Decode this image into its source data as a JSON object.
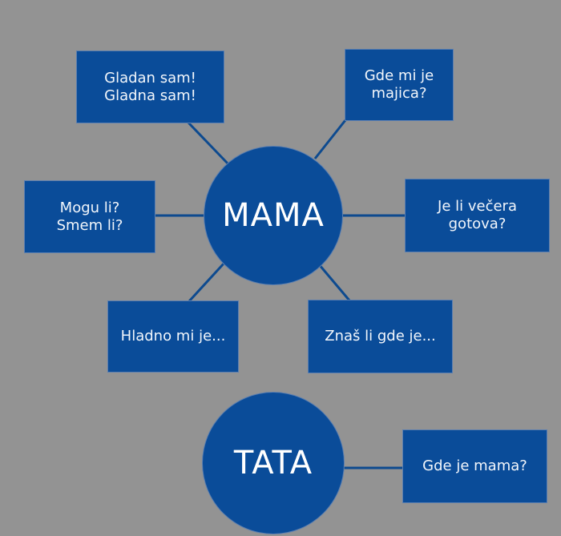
{
  "colors": {
    "background": "#939393",
    "node": "#0a4c99",
    "text": "#f2f6fb",
    "line": "#0d4a8f"
  },
  "mama": {
    "label": "MAMA",
    "questions": [
      {
        "line1": "Gladan sam!",
        "line2": "Gladna sam!"
      },
      {
        "line1": "Gde mi je",
        "line2": "majica?"
      },
      {
        "line1": "Mogu li?",
        "line2": "Smem li?"
      },
      {
        "line1": "Je li večera",
        "line2": "gotova?"
      },
      {
        "line1": "Hladno mi je..."
      },
      {
        "line1": "Znaš li gde je..."
      }
    ]
  },
  "tata": {
    "label": "TATA",
    "questions": [
      {
        "line1": "Gde je mama?"
      }
    ]
  }
}
